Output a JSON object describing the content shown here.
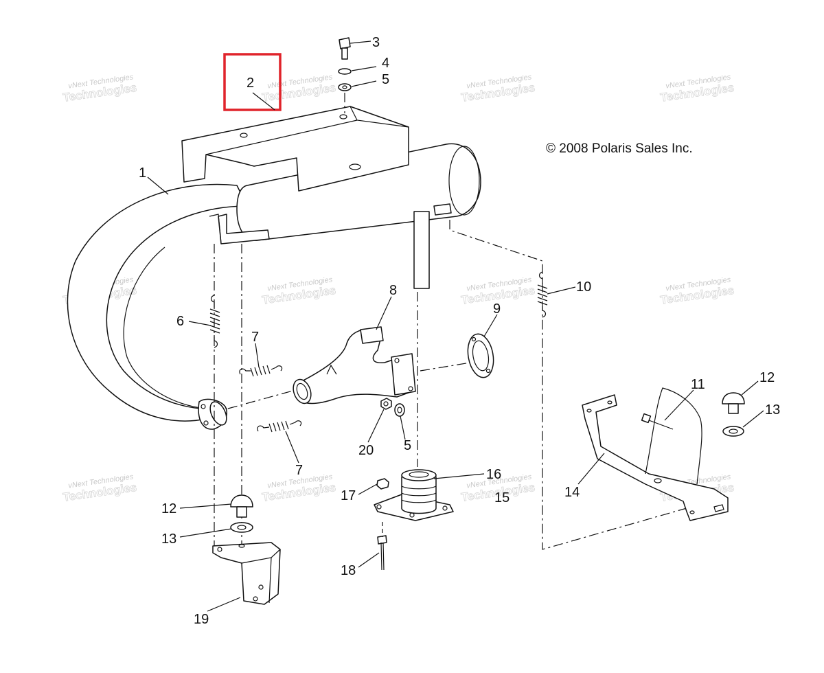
{
  "copyright": "© 2008 Polaris Sales Inc.",
  "watermark": {
    "line1": "vNext Technologies",
    "line2": "vNext",
    "line3": "Technologies"
  },
  "highlight_color": "#e0242b",
  "callouts": [
    "1",
    "2",
    "3",
    "4",
    "5",
    "5",
    "6",
    "7",
    "7",
    "8",
    "9",
    "10",
    "11",
    "12",
    "12",
    "13",
    "13",
    "14",
    "15",
    "16",
    "17",
    "18",
    "19",
    "20"
  ]
}
